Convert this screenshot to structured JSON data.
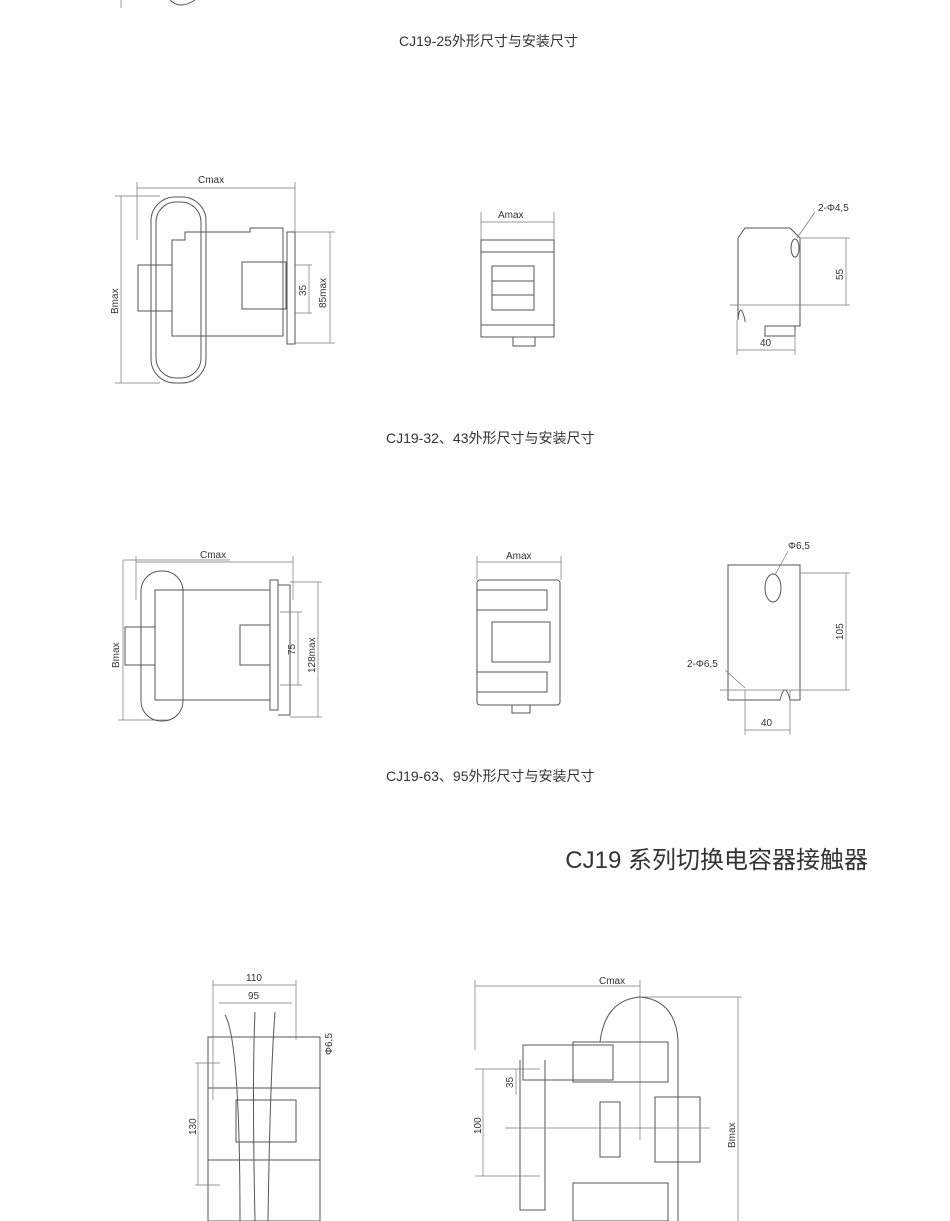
{
  "captions": {
    "cj19_25": "CJ19-25外形尺寸与安装尺寸",
    "cj19_32_43": "CJ19-32、43外形尺寸与安装尺寸",
    "cj19_63_95": "CJ19-63、95外形尺寸与安装尺寸"
  },
  "section_title": "CJ19 系列切换电容器接触器",
  "drawing1": {
    "cmax": "Cmax",
    "bmax": "Bmax",
    "d35": "35",
    "d85": "85max",
    "amax": "Amax",
    "hole": "2-Φ4,5",
    "d55": "55",
    "d40": "40"
  },
  "drawing2": {
    "cmax": "Cmax",
    "bmax": "Bmax",
    "d75": "75",
    "d128": "128max",
    "amax": "Amax",
    "hole_top": "Φ6,5",
    "hole_bottom": "2-Φ6,5",
    "d105": "105",
    "d40": "40"
  },
  "drawing3": {
    "d110": "110",
    "d95": "95",
    "phi": "Φ6,5",
    "d130": "130",
    "cmax": "Cmax",
    "d35": "35",
    "d100": "100",
    "bmax": "Bmax"
  }
}
